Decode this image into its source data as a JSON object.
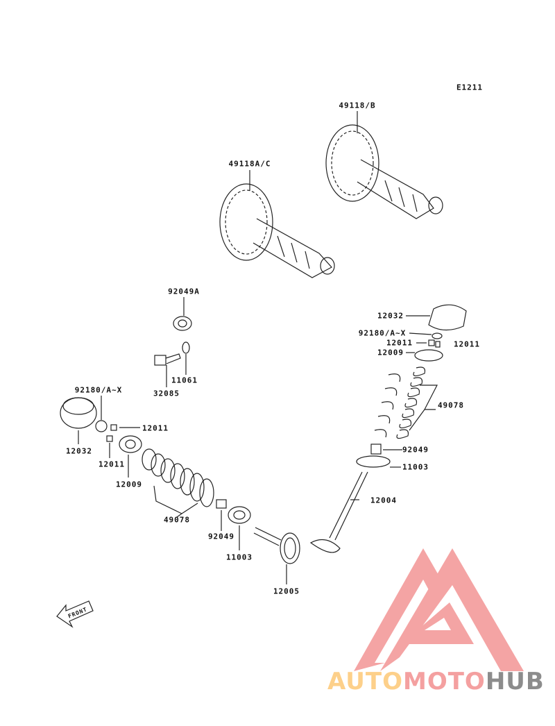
{
  "diagram_code": "E1211",
  "labels": {
    "camshaft_b": "49118/B",
    "camshaft_ac": "49118A/C",
    "seal": "92049A",
    "washer": "11061",
    "bolt": "32085",
    "tappet_r": "12032",
    "shim_r": "92180/A~X",
    "cotter_r1": "12011",
    "cotter_r2": "12011",
    "retainer_r": "12009",
    "spring_r": "49078",
    "stem_seal_r": "92049",
    "spring_seat_r": "11003",
    "valve_intake": "12004",
    "shim_l": "92180/A~X",
    "cotter_l1": "12011",
    "tappet_l": "12032",
    "cotter_l2": "12011",
    "retainer_l": "12009",
    "spring_l": "49078",
    "stem_seal_l": "92049",
    "spring_seat_l": "11003",
    "valve_exhaust": "12005",
    "front": "FRONT"
  },
  "watermark": {
    "part1": "AUTO",
    "part2": "MOTO",
    "part3": "HUB",
    "color1": "#fdd08a",
    "color2": "#f4a0a0",
    "color3": "#8c8c8c"
  }
}
